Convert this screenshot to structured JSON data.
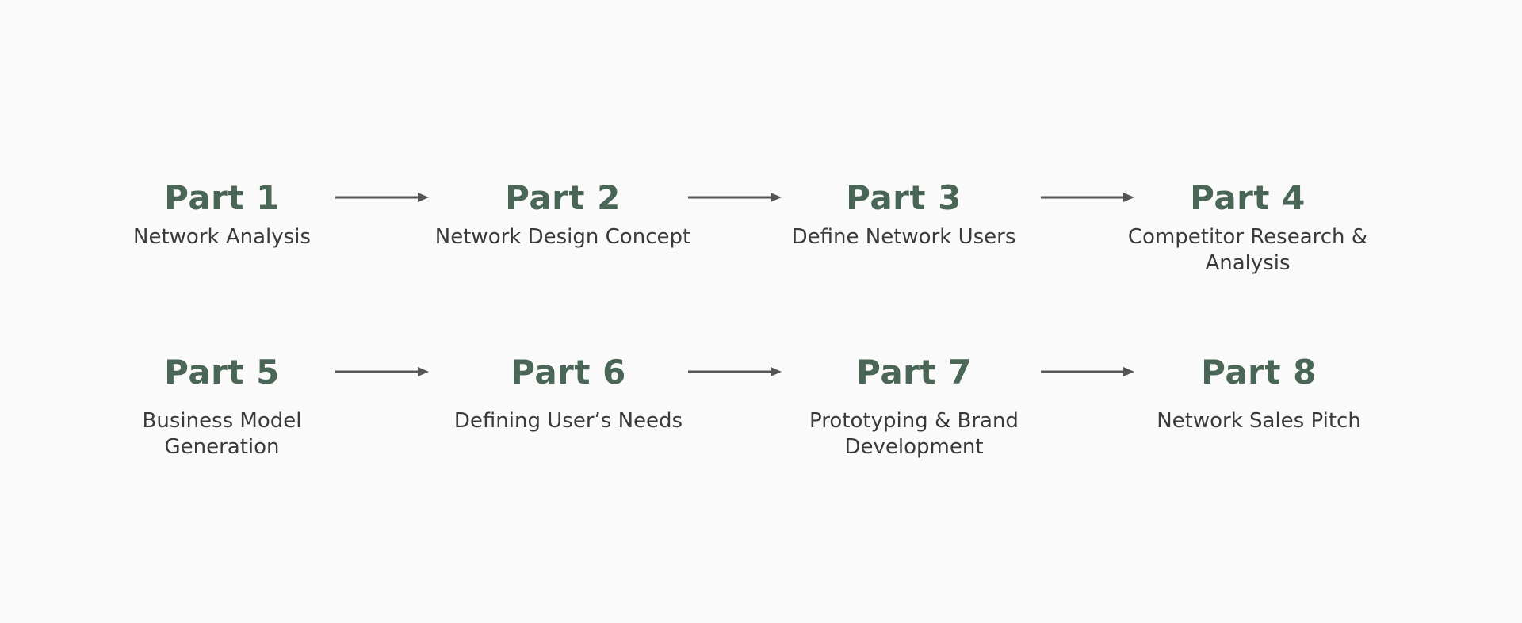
{
  "steps": [
    {
      "title": "Part 1",
      "description": "Network Analysis"
    },
    {
      "title": "Part 2",
      "description": "Network Design Concept"
    },
    {
      "title": "Part 3",
      "description": "Define Network Users"
    },
    {
      "title": "Part 4",
      "description": "Competitor Research & Analysis"
    },
    {
      "title": "Part 5",
      "description": "Business Model Generation"
    },
    {
      "title": "Part 6",
      "description": "Defining User’s Needs"
    },
    {
      "title": "Part 7",
      "description": "Prototyping & Brand Development"
    },
    {
      "title": "Part 8",
      "description": "Network Sales Pitch"
    }
  ],
  "colors": {
    "background": "#fafafa",
    "title": "#4a6656",
    "description": "#3a3a3a",
    "arrow": "#555555"
  }
}
